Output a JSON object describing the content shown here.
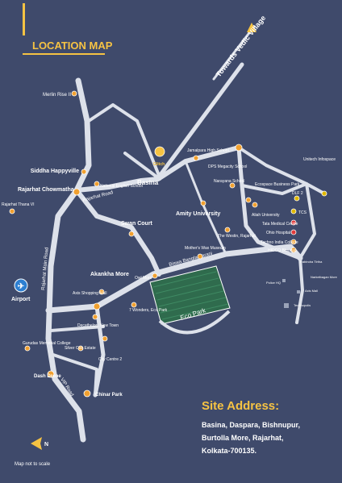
{
  "title": "LOCATION MAP",
  "colors": {
    "background": "#3f4a6b",
    "accent": "#f6c343",
    "road": "#dde1ea",
    "park": "#2f6b4d"
  },
  "direction_label": "Towards Vedic Village",
  "places": {
    "merlin_rise": "Merlin Rise II",
    "siddha_happyville": "Siddha Happyville",
    "rajarhat_chowmatha": "Rajarhat Chowmatha",
    "rajarhat_thana": "Rajarhat Thana VI",
    "national_school": "National English School",
    "basina": "Basina",
    "project_logo": "Glitch",
    "jamalpara_school": "Jamalpara High School",
    "dps_school": "DPS Megacity School",
    "narayana_school": "Narayana School",
    "amity": "Amity University",
    "aliah": "Aliah University",
    "unitech": "Unitech Infospace",
    "dlf2": "DLF 2",
    "ecospace": "Ecospace Business Park",
    "tcs": "TCS",
    "tata_medical": "Tata Medical Centre",
    "ohio_hospital": "Ohio Hospital",
    "techno_india": "Techno India College",
    "hidco": "HIDCO Bhawan",
    "swan_court": "Swan Court",
    "mothers_wax": "Mother's Wax Museum",
    "westin": "The Westin, Rajarhat",
    "owl_more": "Owl More",
    "biswa_bangla": "Biswa Bangla Sarani",
    "eco_park": "Eco Park",
    "akankha_more": "Akankha More",
    "axis_mall": "Axis Shopping Mall",
    "airport": "Airport",
    "decathelon": "Decathelon, New Town",
    "seven_wonders": "7 Wonders, Eco Park",
    "gurudas_college": "Gurudas Memorial College",
    "silver_oak": "Silver Oak Estate",
    "city_centre": "City Centre 2",
    "dash_drone": "Dash Drone",
    "chinar_park": "Chinar Park",
    "narkelbagan": "Narkelbagan More",
    "rabindra_tirtha": "Rabindra Tirtha",
    "police_hq": "Police HQ",
    "axis_mall_2": "Axis Mall",
    "technopolis": "Technopolis"
  },
  "roads": {
    "rajarhat_road": "Rajarhat Road",
    "rajarhat_main_road": "Rajarhat Main Road",
    "vip_road": "VIP Road"
  },
  "site_address": {
    "heading": "Site Address:",
    "lines": [
      "Basina, Daspara, Bishnupur,",
      "Burtolla More, Rajarhat,",
      "Kolkata-700135."
    ]
  },
  "compass": "N",
  "disclaimer": "Map not to scale"
}
